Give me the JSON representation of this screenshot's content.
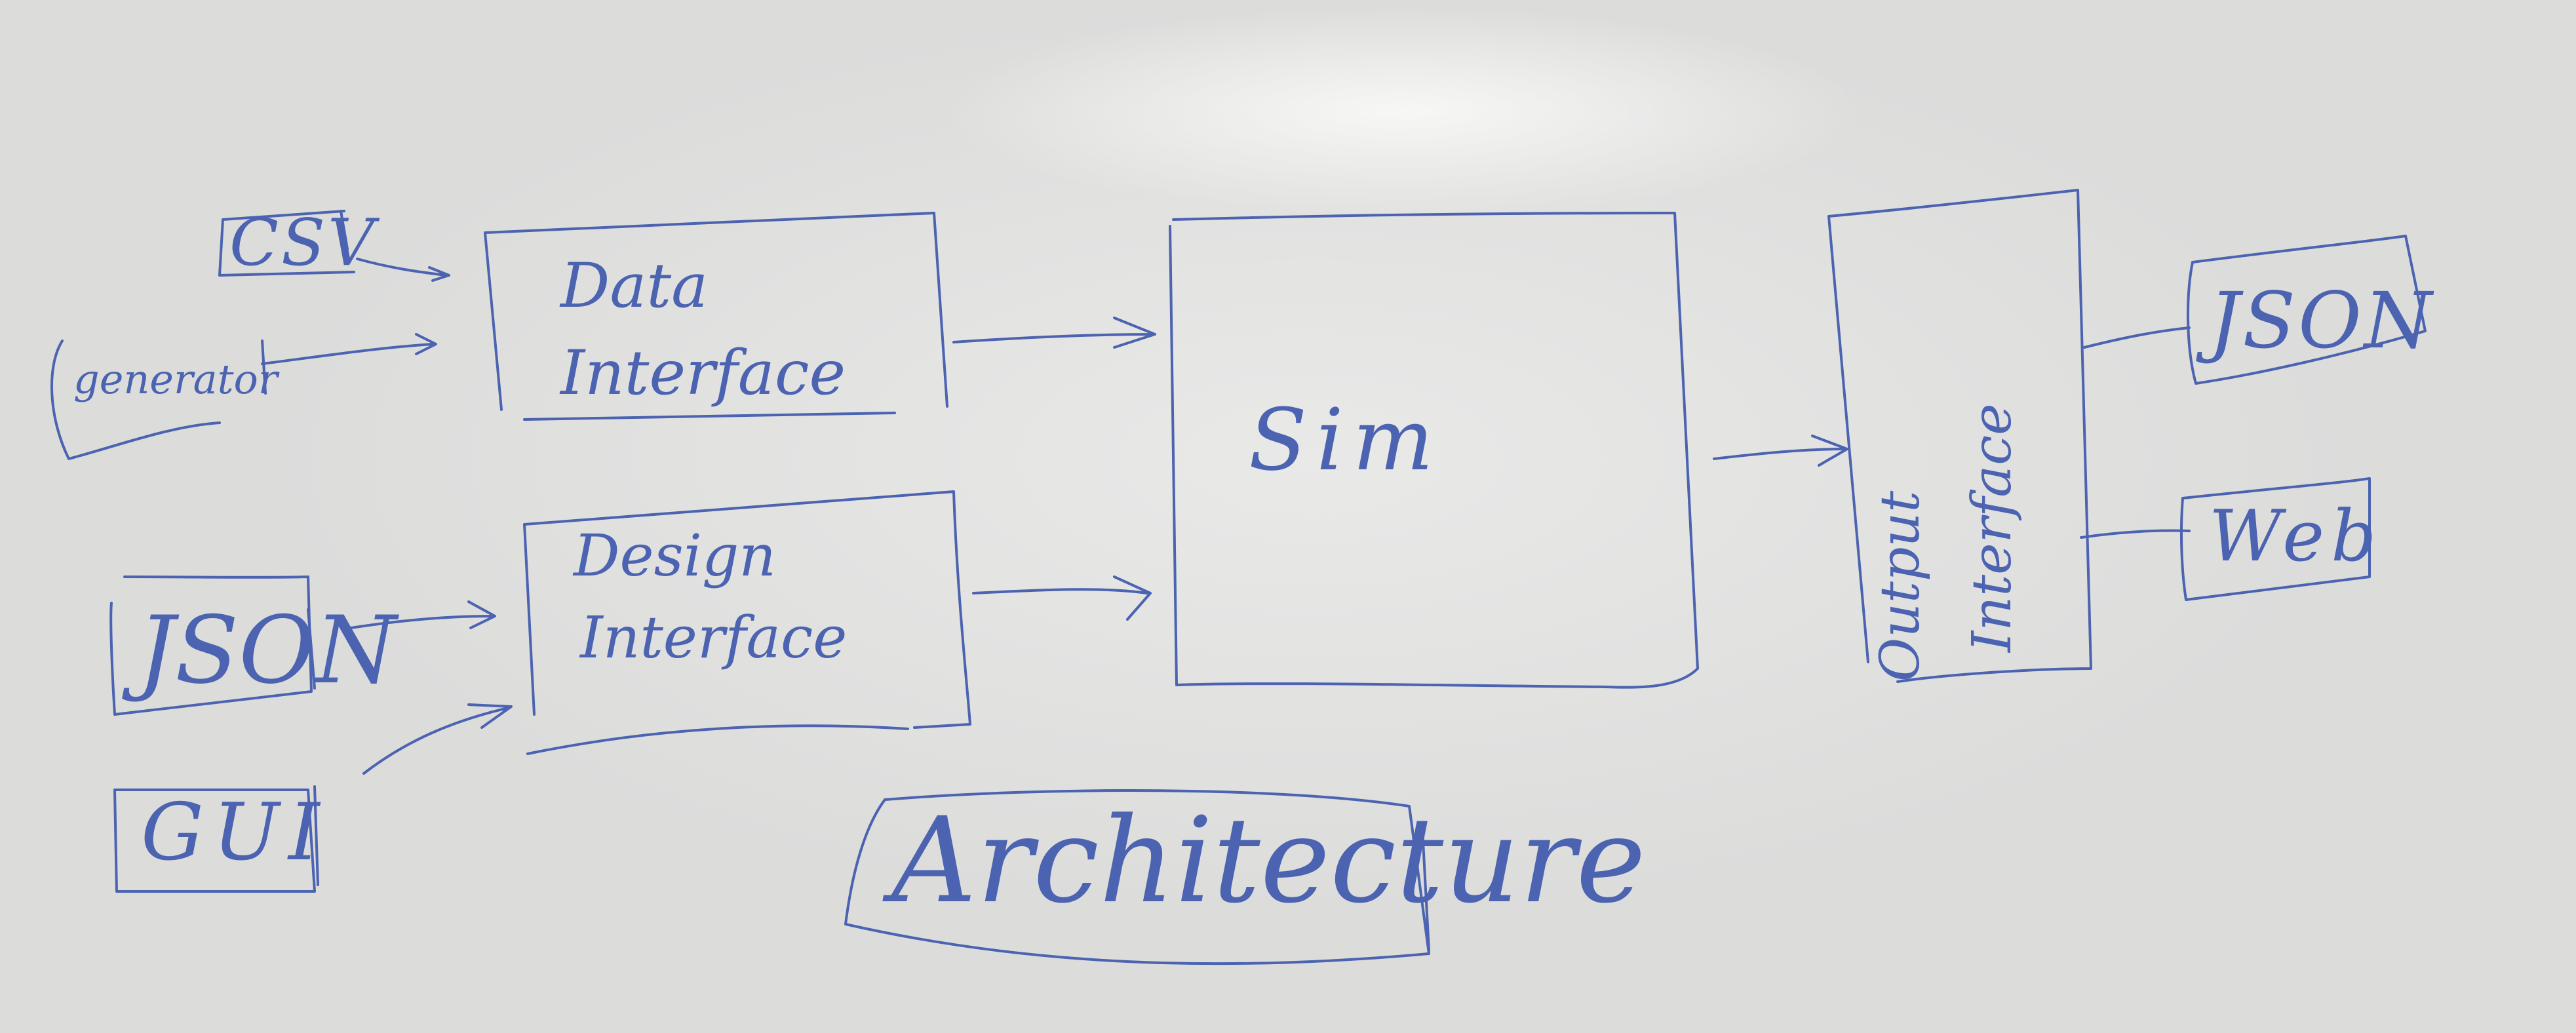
{
  "colors": {
    "marker": "#4b63b0",
    "board": "#e3e3e2"
  },
  "labels": {
    "csv": "CSV",
    "generator": "generator",
    "data_interface_line1": "Data",
    "data_interface_line2": "Interface",
    "design_interface_line1": "Design",
    "design_interface_line2": "Interface",
    "json_input": "JSON",
    "gui": "GUI",
    "sim": "Sim",
    "output_interface_line1": "Output",
    "output_interface_line2": "Interface",
    "json_output": "JSON",
    "web": "Web",
    "title": "Architecture"
  }
}
